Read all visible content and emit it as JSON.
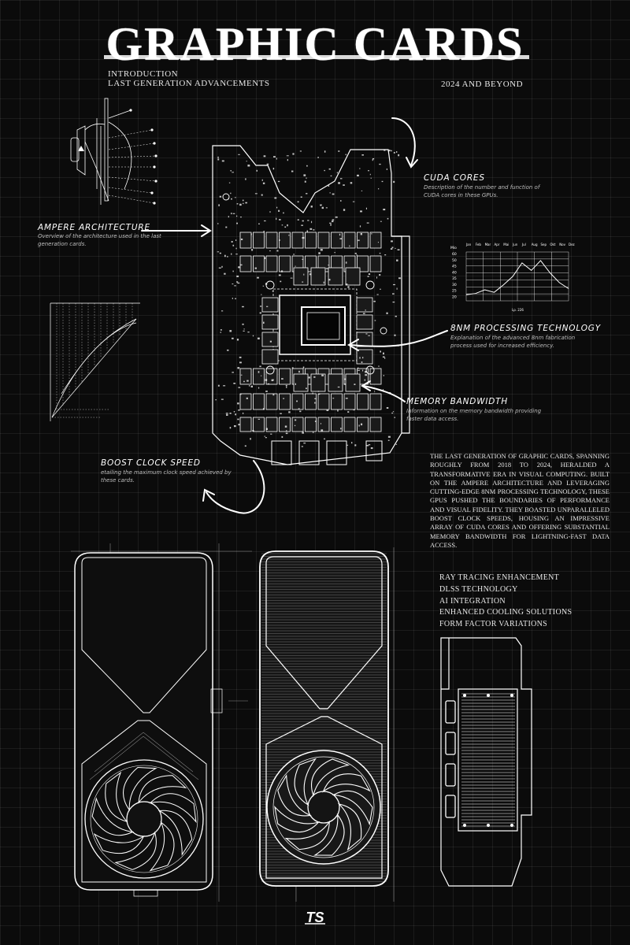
{
  "header": {
    "title": "GRAPHIC CARDS",
    "subtitle_lines": [
      "INTRODUCTION",
      "LAST GENERATION ADVANCEMENTS"
    ],
    "year_tag": "2024 AND BEYOND"
  },
  "callouts": {
    "cuda": {
      "heading": "CUDA CORES",
      "body": "Description of the number and function of CUDA cores in these GPUs."
    },
    "ampere": {
      "heading": "AMPERE ARCHITECTURE",
      "body": "Overview of the architecture used in the last generation cards."
    },
    "process": {
      "heading": "8NM PROCESSING TECHNOLOGY",
      "body": "Explanation of the advanced 8nm fabrication process used for increased efficiency."
    },
    "memory": {
      "heading": "MEMORY BANDWIDTH",
      "body": "Information on the memory bandwidth providing faster data access."
    },
    "boost": {
      "heading": "BOOST CLOCK SPEED",
      "body": "etailing the maximum clock speed achieved by these cards."
    }
  },
  "paragraph": "THE LAST GENERATION OF GRAPHIC CARDS, SPANNING ROUGHLY FROM 2018 TO 2024, HERALDED A TRANSFORMATIVE ERA IN VISUAL COMPUTING. BUILT ON THE AMPERE ARCHITECTURE AND LEVERAGING CUTTING-EDGE 8NM PROCESSING TECHNOLOGY, THESE GPUS PUSHED THE BOUNDARIES OF PERFORMANCE AND VISUAL FIDELITY. THEY BOASTED UNPARALLELED BOOST CLOCK SPEEDS, HOUSING AN IMPRESSIVE ARRAY OF CUDA CORES AND OFFERING SUBSTANTIAL MEMORY BANDWIDTH FOR LIGHTNING-FAST DATA ACCESS.",
  "features": [
    "RAY TRACING ENHANCEMENT",
    "DLSS TECHNOLOGY",
    "AI INTEGRATION",
    "ENHANCED COOLING SOLUTIONS",
    "FORM FACTOR VARIATIONS"
  ],
  "mini_chart": {
    "months": [
      "Jan",
      "Feb",
      "Mar",
      "Apr",
      "Mai",
      "Jun",
      "Jul",
      "Aug",
      "Sep",
      "Okt",
      "Nov",
      "Dez"
    ],
    "y_ticks": [
      "60",
      "50",
      "45",
      "40",
      "35",
      "30",
      "25",
      "20"
    ],
    "y_label": "Mio",
    "x_note": "Lp. 226",
    "series": [
      20,
      21,
      24,
      22,
      28,
      35,
      46,
      40,
      48,
      38,
      30,
      25
    ]
  },
  "logo_text": "TS",
  "colors": {
    "background": "#0b0b0b",
    "ink": "#ffffff",
    "muted": "#bdbdbd"
  }
}
